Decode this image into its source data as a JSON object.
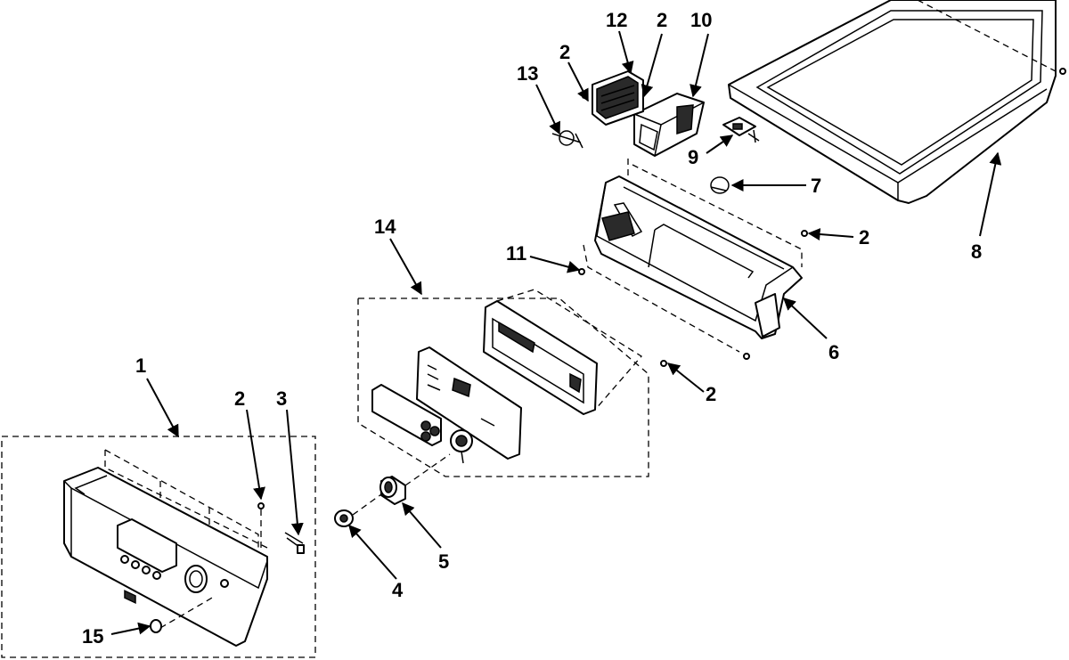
{
  "callouts": {
    "c1": "1",
    "c2a": "2",
    "c2b": "2",
    "c2c": "2",
    "c2d": "2",
    "c2e": "2",
    "c3": "3",
    "c4": "4",
    "c5": "5",
    "c6": "6",
    "c7": "7",
    "c8": "8",
    "c9": "9",
    "c10": "10",
    "c11": "11",
    "c12": "12",
    "c13": "13",
    "c14": "14",
    "c15": "15"
  },
  "colors": {
    "line": "#000000",
    "background": "#ffffff"
  }
}
